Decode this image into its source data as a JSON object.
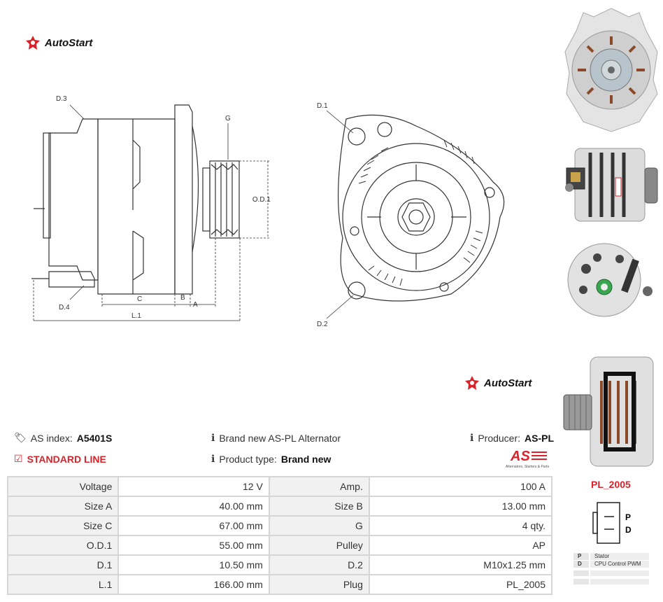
{
  "brand": {
    "name": "AutoStart",
    "color": "#d8232a",
    "logo_icon": "autostart-star-icon"
  },
  "drawing": {
    "side_labels": {
      "d3": "D.3",
      "d4": "D.4",
      "g": "G",
      "od1": "O.D.1",
      "c": "C",
      "b": "B",
      "a": "A",
      "l1": "L.1"
    },
    "front_labels": {
      "d1": "D.1",
      "d2": "D.2"
    }
  },
  "product": {
    "as_index_label": "AS index:",
    "as_index_value": "A5401S",
    "line": "STANDARD LINE",
    "description": "Brand new AS-PL Alternator",
    "type_label": "Product type:",
    "type_value": "Brand new",
    "producer_label": "Producer:",
    "producer_value": "AS-PL",
    "producer_logo_text": "AS",
    "producer_tagline": "Alternators, Starters & Parts"
  },
  "specs": [
    [
      "Voltage",
      "12 V",
      "Amp.",
      "100 A"
    ],
    [
      "Size A",
      "40.00 mm",
      "Size B",
      "13.00 mm"
    ],
    [
      "Size C",
      "67.00 mm",
      "G",
      "4 qty."
    ],
    [
      "O.D.1",
      "55.00 mm",
      "Pulley",
      "AP"
    ],
    [
      "D.1",
      "10.50 mm",
      "D.2",
      "M10x1.25 mm"
    ],
    [
      "L.1",
      "166.00 mm",
      "Plug",
      "PL_2005"
    ]
  ],
  "plug": {
    "code": "PL_2005",
    "pins": [
      "P",
      "D"
    ],
    "legend": [
      {
        "pin": "P",
        "desc": "Stator"
      },
      {
        "pin": "D",
        "desc": "CPU Control PWM"
      }
    ]
  },
  "photos": [
    "alternator-front-photo",
    "alternator-side-photo",
    "alternator-rear-photo",
    "alternator-pulley-side-photo"
  ]
}
